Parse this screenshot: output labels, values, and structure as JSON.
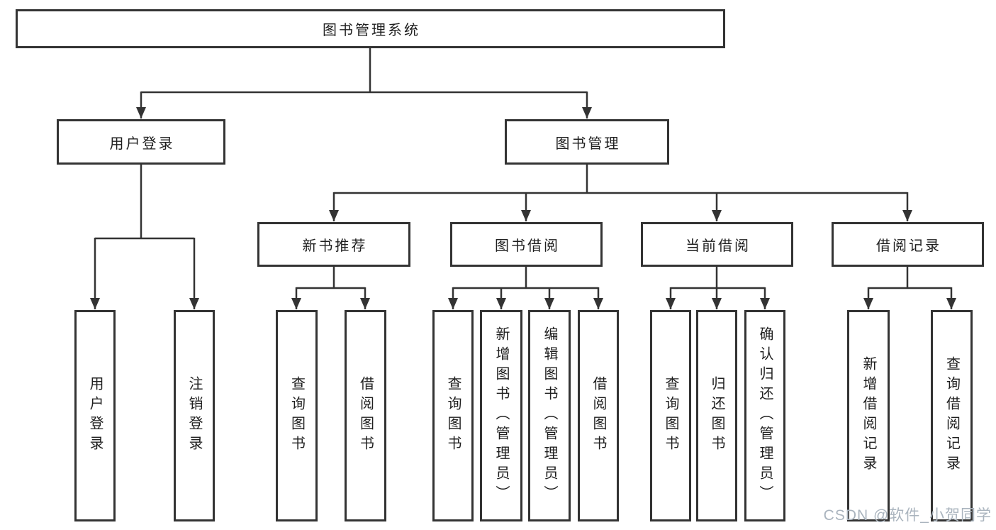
{
  "diagram": {
    "title": "图书管理系统",
    "branches": [
      {
        "label": "用户登录",
        "children": [
          {
            "label": "用户登录"
          },
          {
            "label": "注销登录"
          }
        ]
      },
      {
        "label": "图书管理",
        "children": [
          {
            "label": "新书推荐",
            "children": [
              {
                "label": "查询图书"
              },
              {
                "label": "借阅图书"
              }
            ]
          },
          {
            "label": "图书借阅",
            "children": [
              {
                "label": "查询图书"
              },
              {
                "label": "新增图书（管理员）"
              },
              {
                "label": "编辑图书（管理员）"
              },
              {
                "label": "借阅图书"
              }
            ]
          },
          {
            "label": "当前借阅",
            "children": [
              {
                "label": "查询图书"
              },
              {
                "label": "归还图书"
              },
              {
                "label": "确认归还（管理员）"
              }
            ]
          },
          {
            "label": "借阅记录",
            "children": [
              {
                "label": "新增借阅记录"
              },
              {
                "label": "查询借阅记录"
              }
            ]
          }
        ]
      }
    ]
  },
  "watermark": "CSDN @软件_小贺同学",
  "colors": {
    "line": "#333333",
    "box_border": "#333333",
    "box_fill": "#ffffff",
    "text": "#1f1f1f",
    "watermark": "#aab4be",
    "background": "#ffffff"
  }
}
